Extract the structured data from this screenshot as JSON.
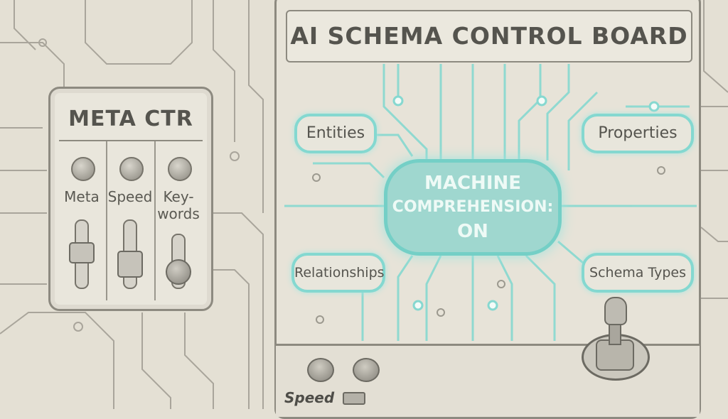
{
  "meta_panel": {
    "title": "META CTR",
    "controls": [
      {
        "label": "Meta",
        "control": "slider"
      },
      {
        "label": "Speed",
        "control": "slider"
      },
      {
        "label": "Key-\nwords",
        "label_lines": [
          "Key-",
          "words"
        ],
        "control": "slider"
      }
    ]
  },
  "board": {
    "title": "AI SCHEMA CONTROL BOARD",
    "tags": {
      "entities": "Entities",
      "properties": "Properties",
      "relationships": "Relationships",
      "schema_types": "Schema Types"
    },
    "status": {
      "line1": "MACHINE",
      "line2": "COMPREHENSION:",
      "line3": "ON"
    },
    "console": {
      "speed_label": "Speed"
    }
  },
  "colors": {
    "accent_glow": "#84d8d0",
    "paper": "#e4e0d4",
    "pencil": "#8d8a80"
  }
}
